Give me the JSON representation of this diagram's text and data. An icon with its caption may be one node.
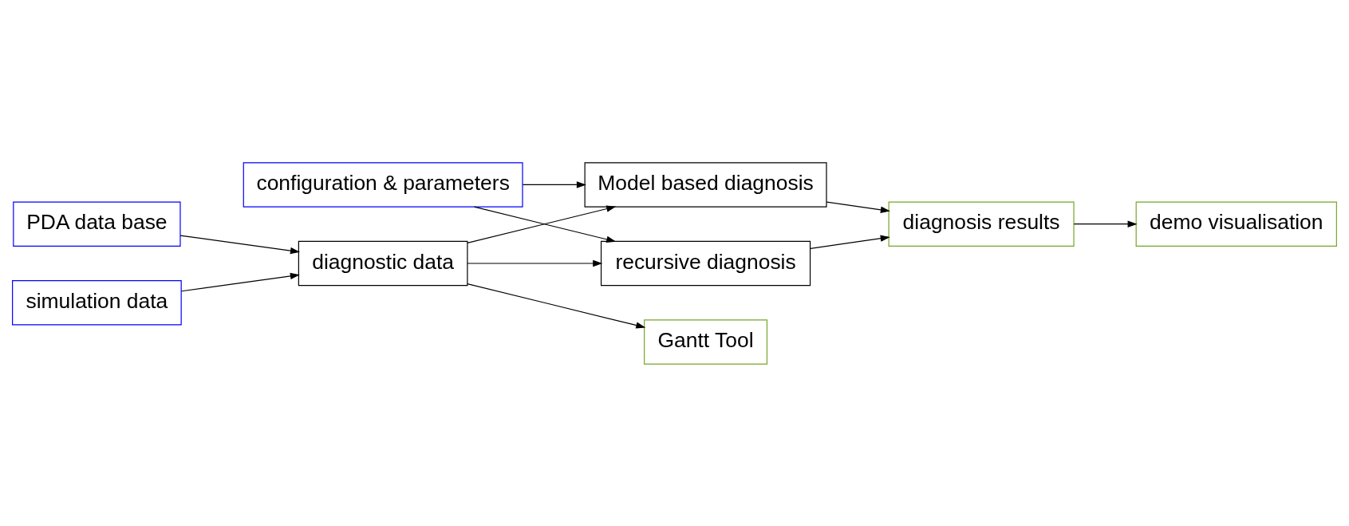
{
  "diagram": {
    "nodes": [
      {
        "text": [
          "configuration & parameters"
        ]
      },
      {
        "text": [
          "PDA data base"
        ]
      },
      {
        "text": [
          "simulation data"
        ]
      },
      {
        "text": [
          "diagnostic data"
        ]
      },
      {
        "text": [
          "Model based diagnosis"
        ]
      },
      {
        "text": [
          "recursive diagnosis"
        ]
      },
      {
        "text": [
          "diagnosis results"
        ]
      },
      {
        "text": [
          "demo visualisation"
        ]
      },
      {
        "text": [
          "Gantt Tool"
        ]
      }
    ],
    "edges": [
      {
        "from": 1,
        "to": 3,
        "arrow": "to"
      },
      {
        "from": 2,
        "to": 3,
        "arrow": "to"
      },
      {
        "from": 3,
        "to": 4,
        "arrow": "to"
      },
      {
        "from": 3,
        "to": 5,
        "arrow": "to"
      },
      {
        "from": 0,
        "to": 4,
        "arrow": "to"
      },
      {
        "from": 0,
        "to": 5,
        "arrow": "to"
      },
      {
        "from": 3,
        "to": 8,
        "arrow": "to"
      },
      {
        "from": 4,
        "to": 6,
        "arrow": "to"
      },
      {
        "from": 5,
        "to": 6,
        "arrow": "to"
      },
      {
        "from": 6,
        "to": 7,
        "arrow": "to"
      }
    ]
  }
}
